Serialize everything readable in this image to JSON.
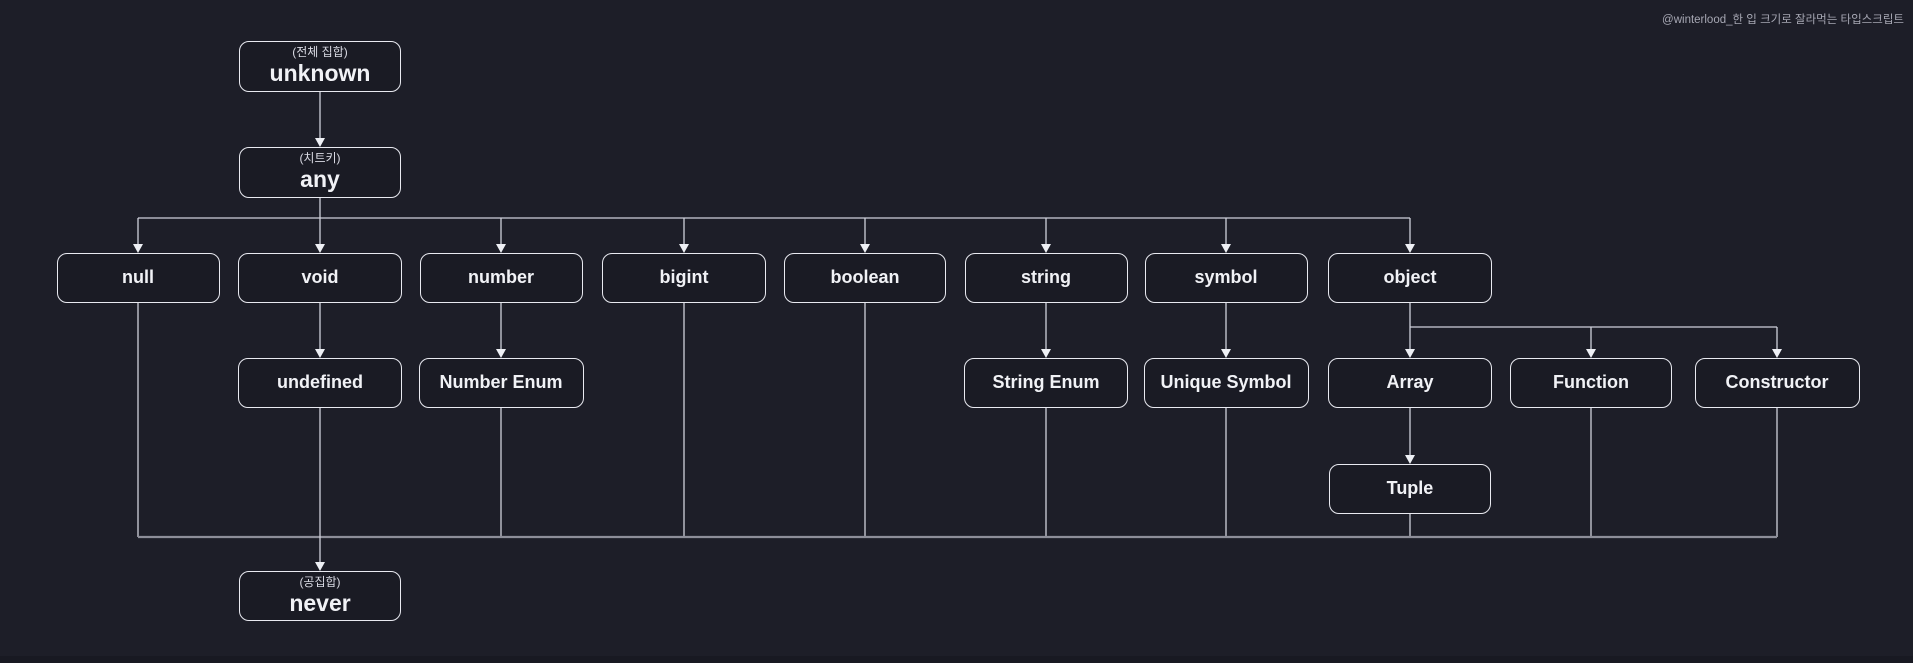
{
  "watermark": "@winterlood_한 입 크기로 잘라먹는 타입스크립트",
  "colors": {
    "background": "#1d1e28",
    "box_fill": "#1a1b24",
    "box_border": "#e9eaf1",
    "text": "#f1f2f6",
    "line": "#cfd0da",
    "bus_line": "#8d8e99"
  },
  "diagram": {
    "nodes": [
      {
        "id": "unknown",
        "label": "unknown",
        "sublabel": "(전체 집합)"
      },
      {
        "id": "any",
        "label": "any",
        "sublabel": "(치트키)"
      },
      {
        "id": "null",
        "label": "null"
      },
      {
        "id": "void",
        "label": "void"
      },
      {
        "id": "number",
        "label": "number"
      },
      {
        "id": "bigint",
        "label": "bigint"
      },
      {
        "id": "boolean",
        "label": "boolean"
      },
      {
        "id": "string",
        "label": "string"
      },
      {
        "id": "symbol",
        "label": "symbol"
      },
      {
        "id": "object",
        "label": "object"
      },
      {
        "id": "undefined",
        "label": "undefined"
      },
      {
        "id": "number-enum",
        "label": "Number Enum"
      },
      {
        "id": "string-enum",
        "label": "String Enum"
      },
      {
        "id": "unique-symbol",
        "label": "Unique Symbol"
      },
      {
        "id": "array",
        "label": "Array"
      },
      {
        "id": "function",
        "label": "Function"
      },
      {
        "id": "constructor",
        "label": "Constructor"
      },
      {
        "id": "tuple",
        "label": "Tuple"
      },
      {
        "id": "never",
        "label": "never",
        "sublabel": "(공집합)"
      }
    ],
    "edges": [
      [
        "unknown",
        "any"
      ],
      [
        "any",
        "null"
      ],
      [
        "any",
        "void"
      ],
      [
        "any",
        "number"
      ],
      [
        "any",
        "bigint"
      ],
      [
        "any",
        "boolean"
      ],
      [
        "any",
        "string"
      ],
      [
        "any",
        "symbol"
      ],
      [
        "any",
        "object"
      ],
      [
        "void",
        "undefined"
      ],
      [
        "number",
        "number-enum"
      ],
      [
        "string",
        "string-enum"
      ],
      [
        "symbol",
        "unique-symbol"
      ],
      [
        "object",
        "array"
      ],
      [
        "object",
        "function"
      ],
      [
        "object",
        "constructor"
      ],
      [
        "array",
        "tuple"
      ],
      [
        "null",
        "never"
      ],
      [
        "undefined",
        "never"
      ],
      [
        "number-enum",
        "never"
      ],
      [
        "bigint",
        "never"
      ],
      [
        "boolean",
        "never"
      ],
      [
        "string-enum",
        "never"
      ],
      [
        "unique-symbol",
        "never"
      ],
      [
        "tuple",
        "never"
      ],
      [
        "function",
        "never"
      ],
      [
        "constructor",
        "never"
      ]
    ]
  }
}
